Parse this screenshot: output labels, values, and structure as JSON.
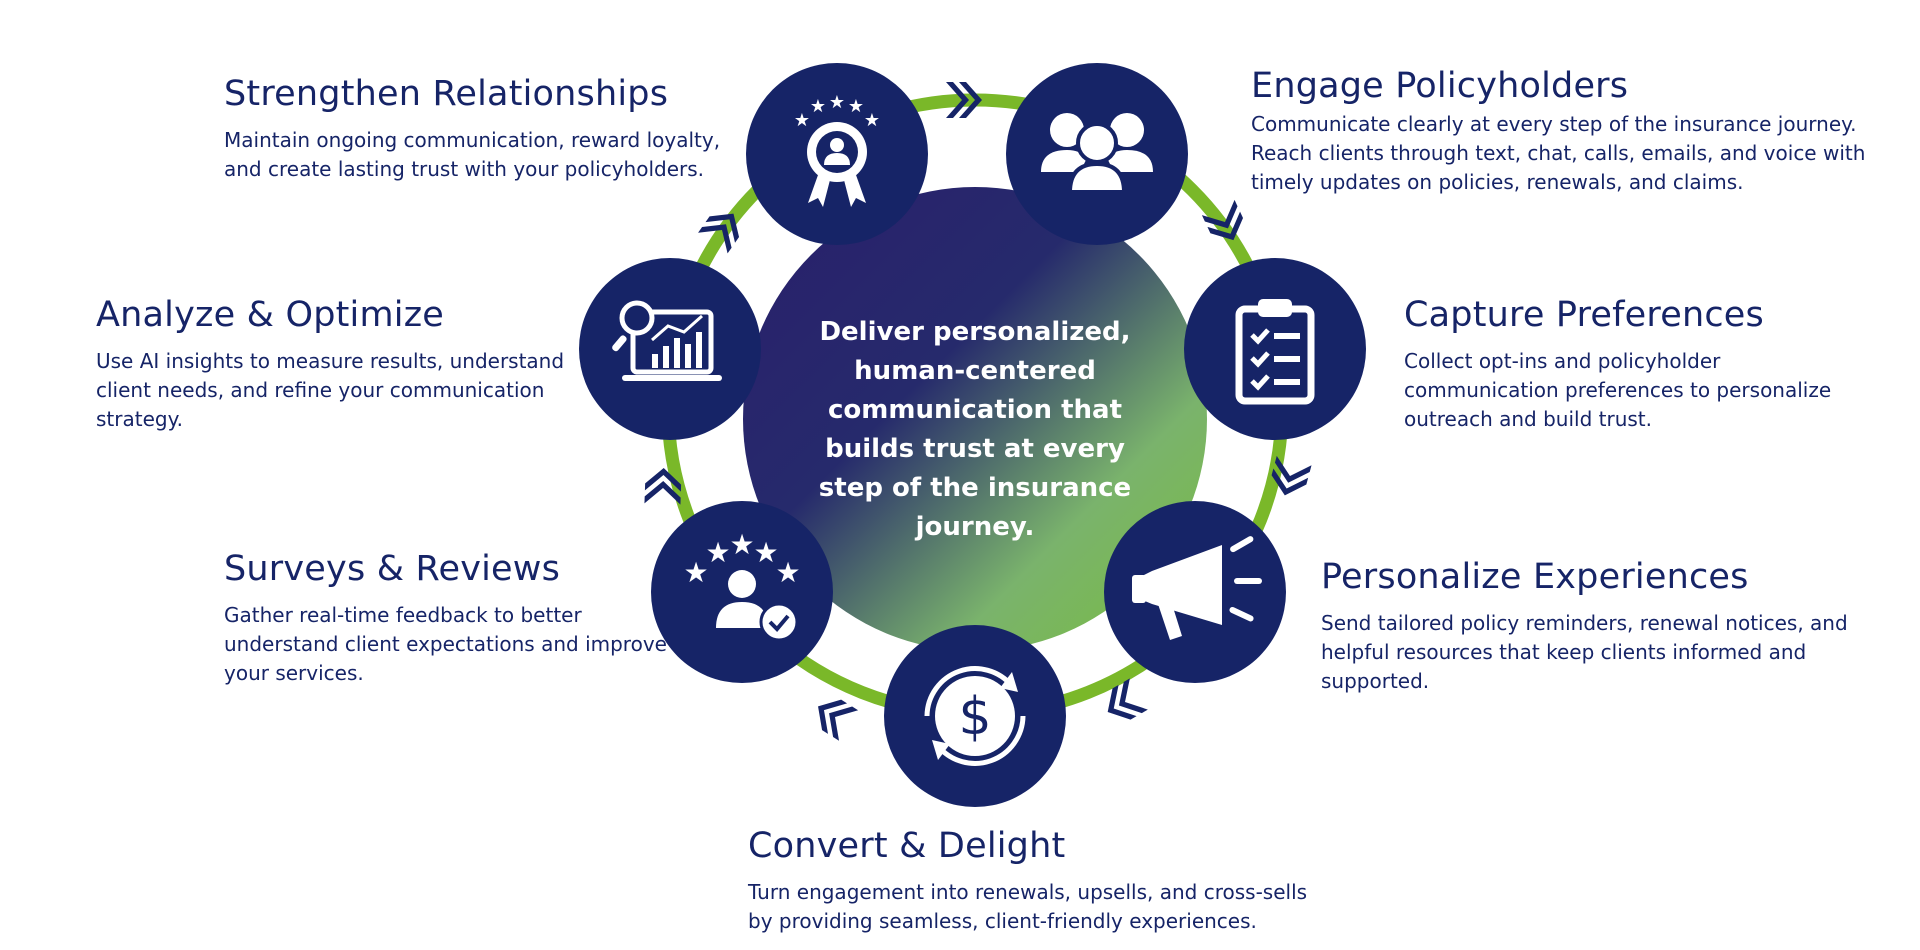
{
  "center_message": "Deliver personalized, human-centered communication that builds trust at every step of the insurance journey.",
  "colors": {
    "navy": "#162467",
    "ring_green": "#7ab829",
    "gradient_start": "#2a1f6b",
    "gradient_end": "#7fc441",
    "white": "#ffffff"
  },
  "steps": [
    {
      "title": "Engage Policyholders",
      "description": "Communicate clearly at every step of the insurance journey. Reach clients through text, chat, calls, emails, and voice with timely updates on policies, renewals, and claims.",
      "icon": "people-group-icon"
    },
    {
      "title": "Capture Preferences",
      "description": "Collect opt-ins and policyholder communication preferences to personalize outreach and build trust.",
      "icon": "clipboard-checklist-icon"
    },
    {
      "title": "Personalize Experiences",
      "description": "Send tailored policy reminders, renewal notices, and helpful resources that keep clients informed and supported.",
      "icon": "megaphone-icon"
    },
    {
      "title": "Convert & Delight",
      "description": "Turn engagement into renewals, upsells, and cross-sells by providing seamless, client-friendly experiences.",
      "icon": "dollar-cycle-icon"
    },
    {
      "title": "Surveys & Reviews",
      "description": "Gather real-time feedback to better understand client expectations and improve your services.",
      "icon": "star-rating-user-icon"
    },
    {
      "title": "Analyze & Optimize",
      "description": "Use AI insights to measure results, understand client needs, and refine your communication strategy.",
      "icon": "analytics-monitor-icon"
    },
    {
      "title": "Strengthen Relationships",
      "description": "Maintain ongoing communication, reward loyalty, and create lasting trust with your policyholders.",
      "icon": "loyalty-badge-icon"
    }
  ]
}
